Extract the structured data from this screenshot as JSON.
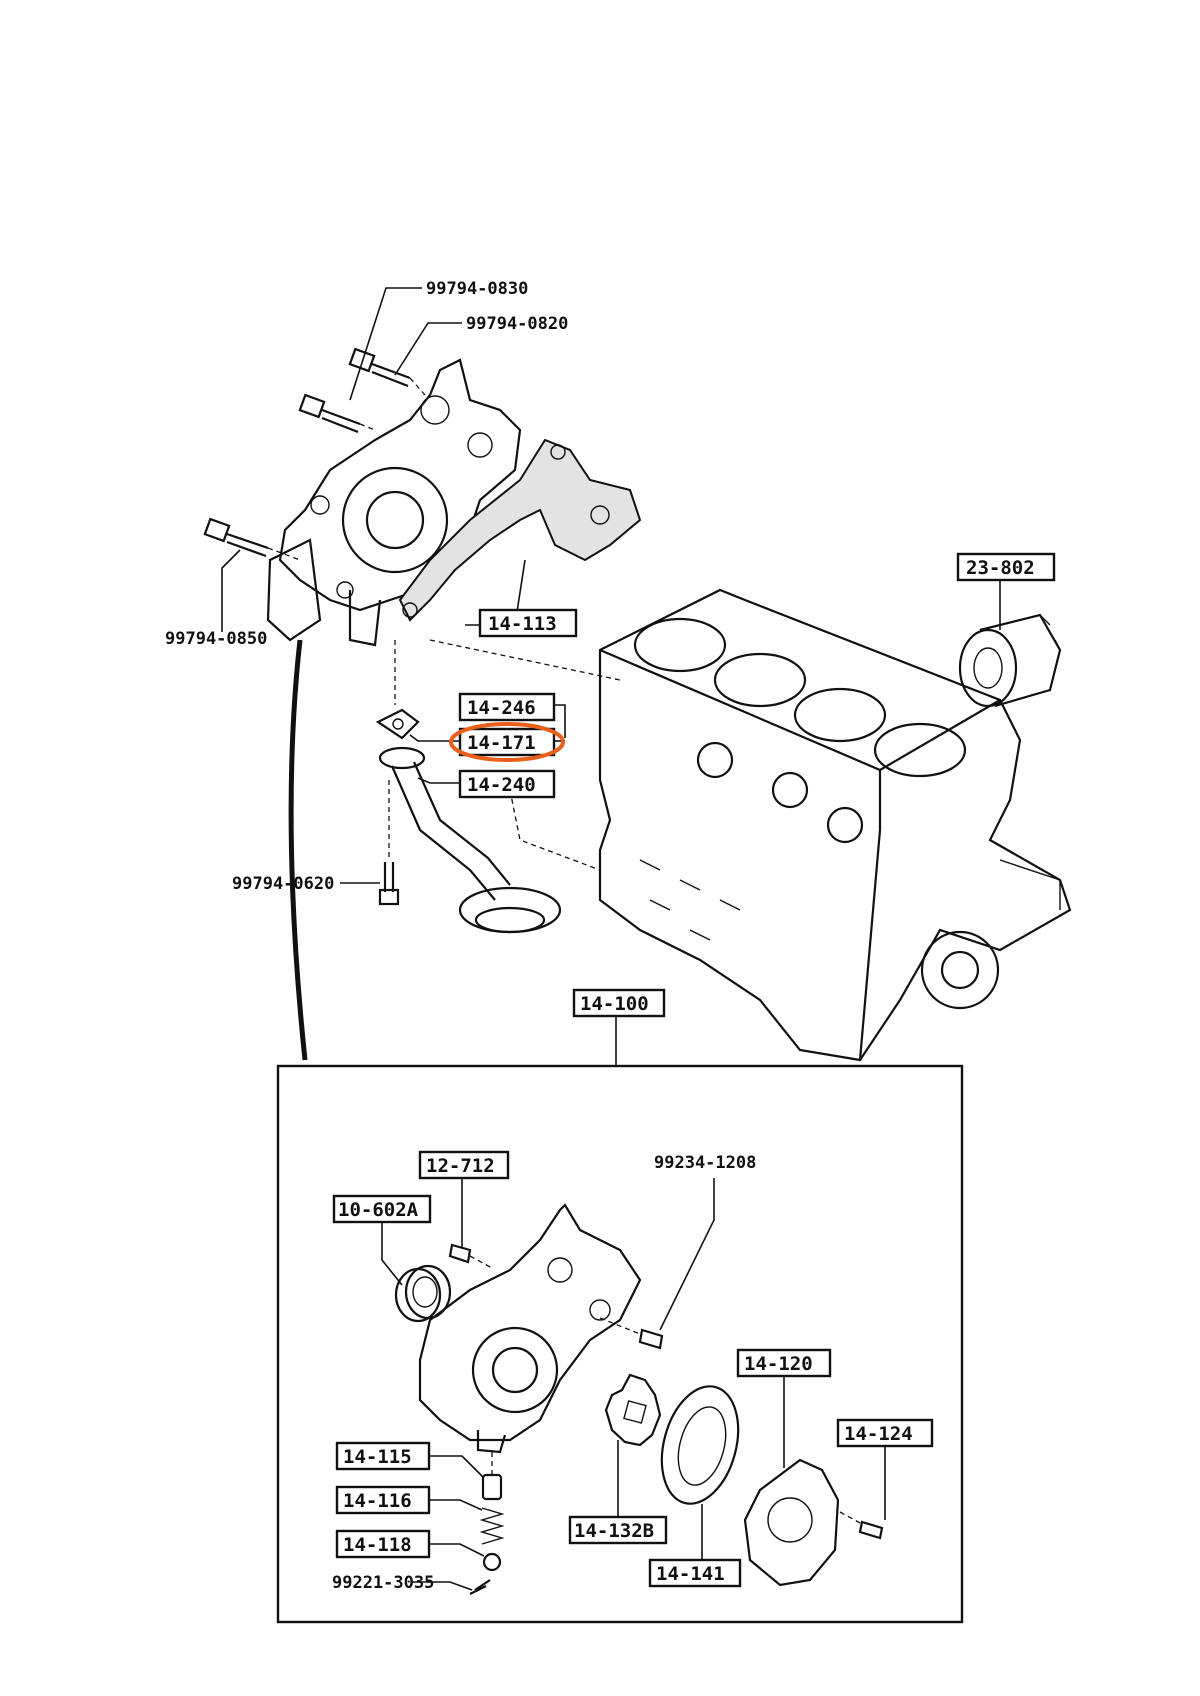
{
  "labels": {
    "bolt_0830": "99794-0830",
    "bolt_0820": "99794-0820",
    "bolt_0850": "99794-0850",
    "bolt_0620": "99794-0620",
    "gasket_113": "14-113",
    "filter_802": "23-802",
    "part_246": "14-246",
    "part_171": "14-171",
    "strainer_240": "14-240",
    "assembly_100": "14-100",
    "pin_712": "12-712",
    "seal_602a": "10-602A",
    "pin_1208": "99234-1208",
    "plunger_115": "14-115",
    "spring_116": "14-116",
    "seat_118": "14-118",
    "pin_3035": "99221-3035",
    "gear_132b": "14-132B",
    "rotor_141": "14-141",
    "cover_120": "14-120",
    "screw_124": "14-124"
  },
  "colors": {
    "line": "#111111",
    "highlight": "#e8601c",
    "gasket_fill": "#c9c9c9"
  }
}
